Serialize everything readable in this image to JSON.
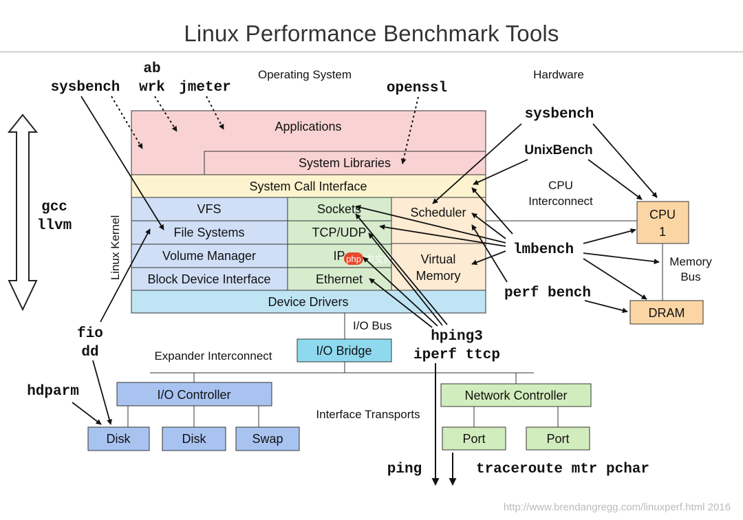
{
  "title": "Linux Performance Benchmark Tools",
  "sections": {
    "os": "Operating System",
    "hardware": "Hardware",
    "kernel": "Linux Kernel",
    "cpu_interconnect": [
      "CPU",
      "Interconnect"
    ],
    "memory_bus": [
      "Memory",
      "Bus"
    ],
    "io_bus": "I/O Bus",
    "expander": "Expander Interconnect",
    "transports": "Interface Transports"
  },
  "layers": {
    "applications": "Applications",
    "system_libraries": "System Libraries",
    "syscall": "System Call Interface",
    "vfs": "VFS",
    "filesystems": "File Systems",
    "volume_manager": "Volume Manager",
    "block_device": "Block Device Interface",
    "sockets": "Sockets",
    "tcp_udp": "TCP/UDP",
    "ip": "IP",
    "ethernet": "Ethernet",
    "scheduler": "Scheduler",
    "virtual_memory": [
      "Virtual",
      "Memory"
    ],
    "device_drivers": "Device Drivers"
  },
  "hardware": {
    "cpu": [
      "CPU",
      "1"
    ],
    "dram": "DRAM",
    "io_bridge": "I/O Bridge",
    "io_controller": "I/O Controller",
    "disk1": "Disk",
    "disk2": "Disk",
    "swap": "Swap",
    "network_controller": "Network Controller",
    "port1": "Port",
    "port2": "Port"
  },
  "tools": {
    "sysbench_app": "sysbench",
    "ab": "ab",
    "wrk": "wrk",
    "jmeter": "jmeter",
    "openssl": "openssl",
    "sysbench_hw": "sysbench",
    "unixbench": "UnixBench",
    "gcc": "gcc",
    "llvm": "llvm",
    "lmbench": "lmbench",
    "perf_bench": "perf bench",
    "fio": "fio",
    "dd": "dd",
    "hdparm": "hdparm",
    "hping3": "hping3",
    "iperf_ttcp": "iperf ttcp",
    "ping": "ping",
    "traceroute": "traceroute mtr pchar"
  },
  "footer_url": "http://www.brendangregg.com/linuxperf.html 2016",
  "watermark": {
    "badge": "php",
    "text": "中文网"
  },
  "colors": {
    "applications": "#f9d3d3",
    "syscall": "#fdf4cf",
    "storage": "#d0dff6",
    "network": "#d6eccd",
    "sched_mem": "#fdebd3",
    "device_drivers": "#bfe4f4",
    "cpu": "#fbd6a4",
    "io_bridge": "#8fd9ee",
    "io_controller": "#a9c3f1",
    "network_controller": "#d2edbd"
  }
}
